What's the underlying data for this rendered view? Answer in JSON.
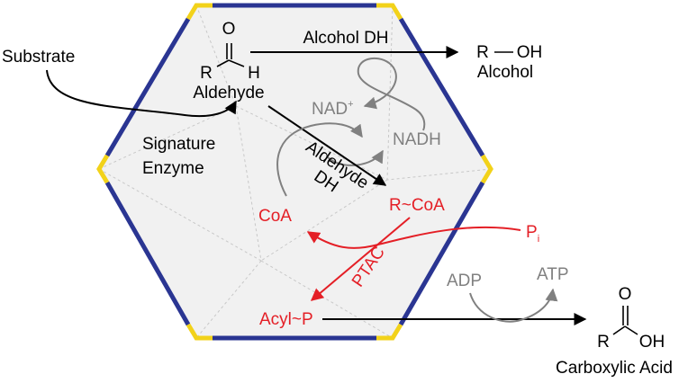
{
  "colors": {
    "shell_edge": "#2a3592",
    "vertex_cap": "#f2d21a",
    "shell_fill": "#f1f1f1",
    "black": "#000000",
    "gray": "#808080",
    "red": "#e41f26"
  },
  "labels": {
    "substrate": "Substrate",
    "signature_line1": "Signature",
    "signature_line2": "Enzyme",
    "aldehyde": "Aldehyde",
    "alcohol_dh": "Alcohol DH",
    "alcohol": "Alcohol",
    "nad": "NAD",
    "nad_sup": "+",
    "nadh": "NADH",
    "aldehyde_dh_line1": "Aldehyde",
    "aldehyde_dh_line2": "DH",
    "coa": "CoA",
    "r_coa": "R~CoA",
    "pi_p": "P",
    "pi_sub": "i",
    "ptac": "PTAC",
    "acyl_p": "Acyl~P",
    "adp": "ADP",
    "atp": "ATP",
    "carboxylic_acid": "Carboxylic Acid"
  },
  "chem": {
    "aldehyde_o": "O",
    "aldehyde_r": "R",
    "aldehyde_h": "H",
    "alcohol_r": "R",
    "alcohol_oh": "OH",
    "acid_o": "O",
    "acid_r": "R",
    "acid_oh": "OH"
  }
}
